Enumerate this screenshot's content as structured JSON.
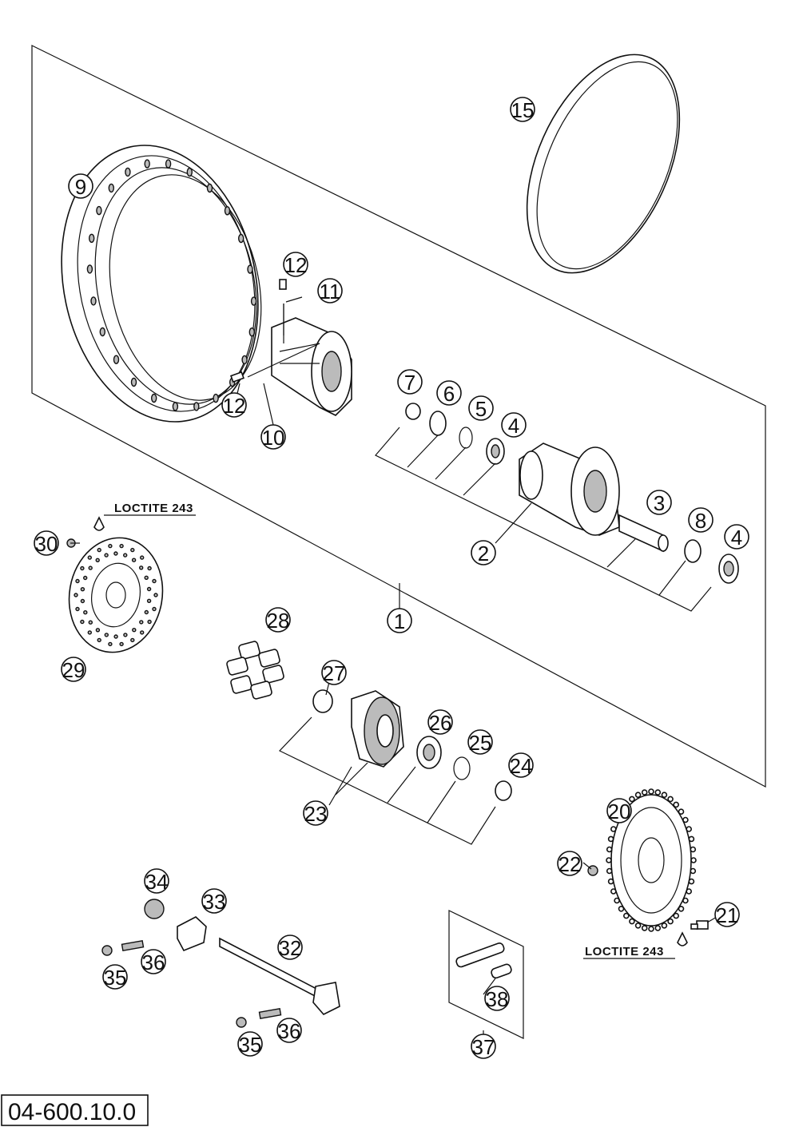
{
  "diagram": {
    "code": "04-600.10.0",
    "loctite_label": "LOCTITE 243",
    "callouts": {
      "c1": "1",
      "c2": "2",
      "c3": "3",
      "c4a": "4",
      "c4b": "4",
      "c5": "5",
      "c6": "6",
      "c7": "7",
      "c8": "8",
      "c9": "9",
      "c10": "10",
      "c11": "11",
      "c12a": "12",
      "c12b": "12",
      "c15": "15",
      "c20": "20",
      "c21": "21",
      "c22": "22",
      "c23": "23",
      "c24": "24",
      "c25": "25",
      "c26": "26",
      "c27": "27",
      "c28": "28",
      "c29": "29",
      "c30": "30",
      "c32": "32",
      "c33": "33",
      "c34": "34",
      "c35a": "35",
      "c35b": "35",
      "c36a": "36",
      "c36b": "36",
      "c37": "37",
      "c38": "38"
    }
  }
}
